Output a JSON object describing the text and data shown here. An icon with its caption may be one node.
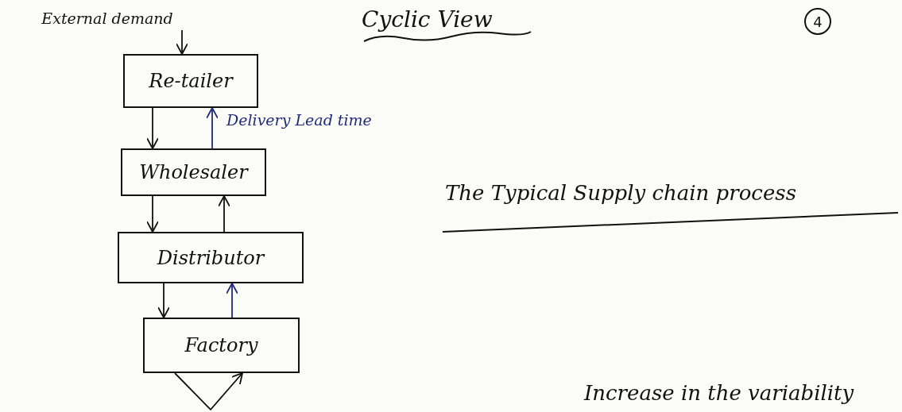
{
  "diagram": {
    "title": "Cyclic View",
    "nodes": [
      {
        "text": [
          "External demand"
        ]
      },
      {
        "text": [
          "Re-tailer"
        ]
      },
      {
        "text": [
          "Wholesaler"
        ]
      },
      {
        "text": [
          "Distributor"
        ]
      },
      {
        "text": [
          "Factory"
        ]
      }
    ],
    "edges": [
      {
        "from": 0,
        "to": 1,
        "arrow": "to"
      },
      {
        "from": 1,
        "to": 2,
        "arrow": "to"
      },
      {
        "from": 2,
        "to": 1,
        "arrow": "to",
        "label": "Delivery Lead time",
        "color": "#1f2a7a"
      },
      {
        "from": 2,
        "to": 3,
        "arrow": "to"
      },
      {
        "from": 3,
        "to": 2,
        "arrow": "to"
      },
      {
        "from": 3,
        "to": 4,
        "arrow": "to"
      },
      {
        "from": 4,
        "to": 3,
        "arrow": "to",
        "color": "#1f2a7a"
      },
      {
        "from": 4,
        "to": 4,
        "arrow": "to"
      }
    ],
    "labels": [
      "4",
      "The Typical Supply chain process",
      "Increase in the variability"
    ]
  }
}
